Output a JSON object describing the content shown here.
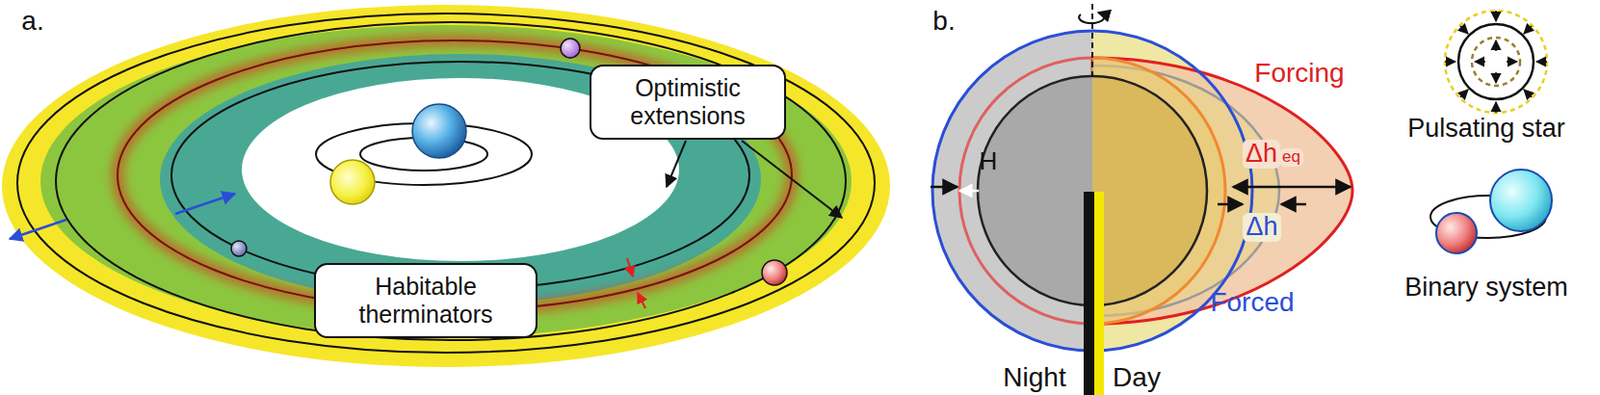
{
  "diagram": {
    "nodes": [
      {
        "text": [
          "Optimistic extensions"
        ]
      },
      {
        "text": [
          "Habitable therminators"
        ]
      }
    ],
    "labels": [
      "a.",
      "b.",
      "Forcing",
      "H",
      "Δh",
      "eq",
      "Δh",
      "Forced",
      "Night",
      "Day",
      "Pulsating star",
      "Binary system"
    ]
  }
}
